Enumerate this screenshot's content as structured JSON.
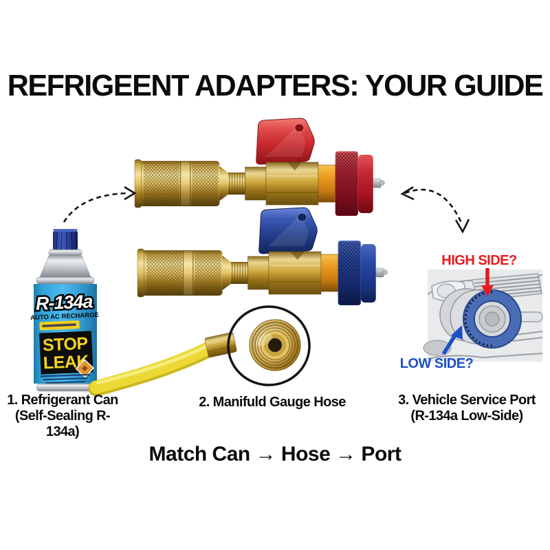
{
  "title": "REFRIGEENT ADAPTERS: YOUR GUIDE",
  "can_label": {
    "product": "R-134a",
    "subtitle": "AUTO AC RECHARGE",
    "stop": "STOP",
    "leak": "LEAK"
  },
  "port_diagram": {
    "high_side": "HIGH SIDE?",
    "low_side": "LOW SIDE?"
  },
  "captions": {
    "item1_line1": "1. Refrigerant Can",
    "item1_line2": "(Self-Sealing R-134a)",
    "item2": "2. Manifuld Gauge Hose",
    "item3_line1": "3. Vehicle Service Port",
    "item3_line2": "(R-134a Low-Side)"
  },
  "footer": "Match Can → Hose → Port",
  "colors": {
    "high_side_red": "#e8191f",
    "low_side_blue": "#1c50c8",
    "adapter_handle_red": "#c92a2e",
    "adapter_handle_blue": "#24418e",
    "brass": "#cfa93f",
    "orange_ring": "#eb9d22",
    "can_body_blue": "#35aade",
    "can_cap_blue": "#2a3f96",
    "stop_leak_yellow": "#f5d51e",
    "hose_yellow": "#ecd936",
    "port_ring_blue": "#4a6cb5"
  }
}
